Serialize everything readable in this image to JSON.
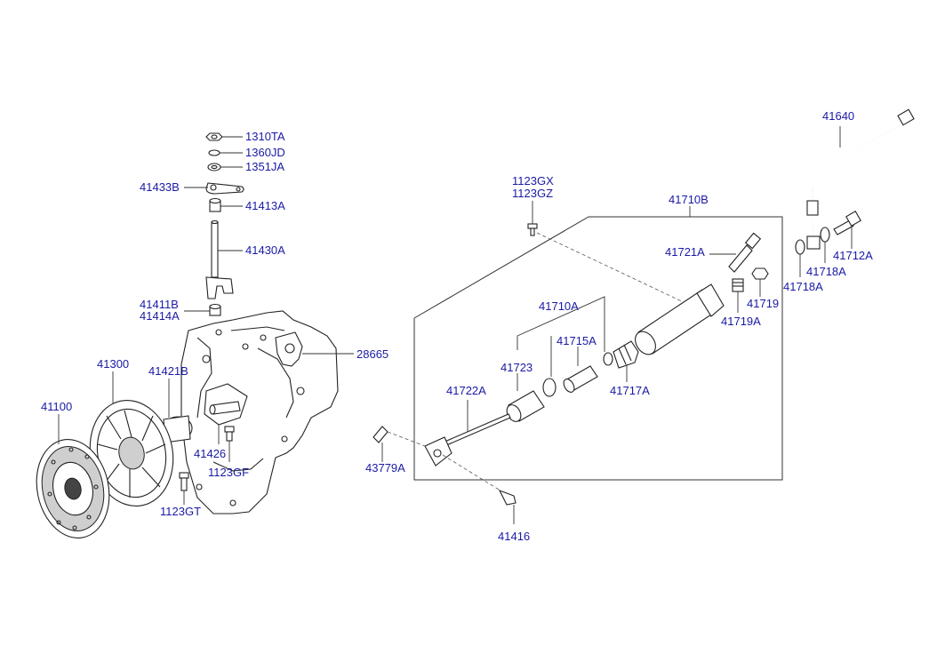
{
  "labels": {
    "p1310TA": "1310TA",
    "p1360JD": "1360JD",
    "p1351JA": "1351JA",
    "p41433B": "41433B",
    "p41413A": "41413A",
    "p41430A": "41430A",
    "p41411B": "41411B",
    "p41414A": "41414A",
    "p28665": "28665",
    "p41300": "41300",
    "p41421B": "41421B",
    "p41100": "41100",
    "p41426": "41426",
    "p1123GF": "1123GF",
    "p1123GT": "1123GT",
    "p1123GX": "1123GX",
    "p1123GZ": "1123GZ",
    "p41710B": "41710B",
    "p41721A": "41721A",
    "p41640": "41640",
    "p41712A": "41712A",
    "p41718A_r": "41718A",
    "p41718A_l": "41718A",
    "p41719": "41719",
    "p41719A": "41719A",
    "p41710A": "41710A",
    "p41715A": "41715A",
    "p41723": "41723",
    "p41717A": "41717A",
    "p41722A": "41722A",
    "p43779A": "43779A",
    "p41416": "41416"
  }
}
